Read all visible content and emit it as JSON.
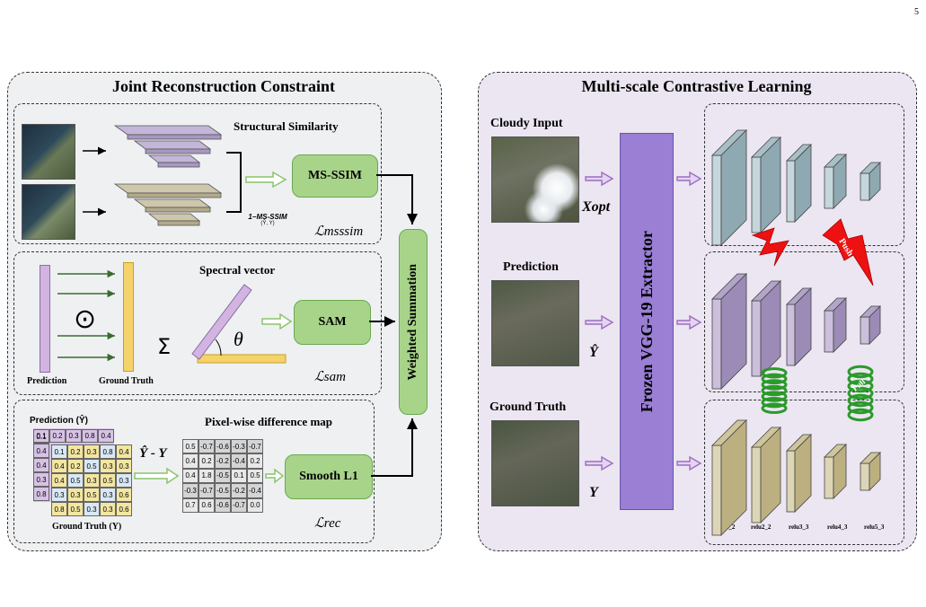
{
  "page_number": "5",
  "left": {
    "title": "Joint Reconstruction Constraint",
    "ssim": {
      "title": "Structural Similarity",
      "box": "MS-SSIM",
      "formula_main": "1−MS-SSIM",
      "formula_args": "(Ŷ, Y)",
      "loss": "ℒmsssim"
    },
    "sam": {
      "title": "Spectral vector",
      "box": "SAM",
      "pred_label": "Prediction",
      "gt_label": "Ground Truth",
      "odot": "⊙",
      "sigma": "Σ",
      "theta": "θ",
      "loss": "ℒsam"
    },
    "l1": {
      "title": "Pixel-wise difference map",
      "box": "Smooth L1",
      "pred_label": "Prediction (Ŷ)",
      "gt_label": "Ground Truth (Y)",
      "diff_label": "Ŷ - Y",
      "loss": "ℒrec",
      "pred_grid": [
        "0.1",
        "0.2",
        "0.3",
        "0.8",
        "0.4"
      ],
      "gt_grid": [
        [
          "0.1",
          "0.2",
          "0.3",
          "0.8",
          "0.4"
        ],
        [
          "0.4",
          "0.2",
          "0.5",
          "0.3",
          "0.3"
        ],
        [
          "0.4",
          "0.5",
          "0.3",
          "0.5",
          "0.3"
        ],
        [
          "0.3",
          "0.3",
          "0.5",
          "0.3",
          "0.6"
        ],
        [
          "0.8",
          "0.5",
          "0.3",
          "0.3",
          "0.6"
        ]
      ],
      "pred_col": [
        "0.1",
        "0.4",
        "0.4",
        "0.3",
        "0.8"
      ],
      "diff_grid": [
        [
          "0.5",
          "-0.7",
          "-0.6",
          "-0.3",
          "-0.7"
        ],
        [
          "0.4",
          "0.2",
          "-0.2",
          "-0.4",
          "0.2"
        ],
        [
          "0.4",
          "1.8",
          "-0.5",
          "0.1",
          "0.5"
        ],
        [
          "-0.3",
          "-0.7",
          "-0.5",
          "-0.2",
          "-0.4"
        ],
        [
          "0.7",
          "0.6",
          "-0.6",
          "-0.7",
          "0.0"
        ]
      ]
    },
    "summation": "Weighted Summation"
  },
  "right": {
    "title": "Multi-scale Contrastive Learning",
    "cloudy_label": "Cloudy Input",
    "pred_label": "Prediction",
    "gt_label": "Ground Truth",
    "x_opt": "Xopt",
    "y_hat": "Ŷ",
    "y": "Y",
    "extractor": "Frozen VGG-19 Extractor",
    "push": "Push",
    "pull": "Pull",
    "layers": [
      "relu1_2",
      "relu2_2",
      "relu3_3",
      "relu4_3",
      "relu5_3"
    ]
  },
  "colors": {
    "left_panel_bg": "#eef0f2",
    "right_panel_bg": "#ebe6f1",
    "green_box": "#a8d48a",
    "vgg": "#9a7fd4",
    "cube_blue": "#c5d6dc",
    "cube_purple": "#cbbfdc",
    "cube_tan": "#ddd6b6"
  }
}
